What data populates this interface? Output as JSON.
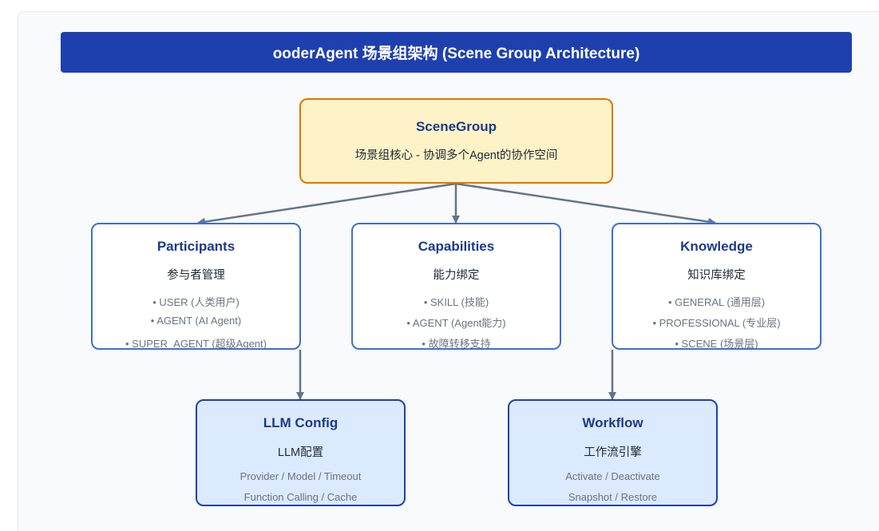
{
  "title": "ooderAgent 场景组架构 (Scene Group Architecture)",
  "root": {
    "title": "SceneGroup",
    "subtitle": "场景组核心 - 协调多个Agent的协作空间"
  },
  "participants": {
    "title": "Participants",
    "subtitle": "参与者管理",
    "items": [
      "• USER (人类用户)",
      "• AGENT (AI Agent)",
      "• SUPER_AGENT (超级Agent)"
    ]
  },
  "capabilities": {
    "title": "Capabilities",
    "subtitle": "能力绑定",
    "items": [
      "• SKILL (技能)",
      "• AGENT (Agent能力)",
      "• 故障转移支持"
    ]
  },
  "knowledge": {
    "title": "Knowledge",
    "subtitle": "知识库绑定",
    "items": [
      "• GENERAL (通用层)",
      "• PROFESSIONAL (专业层)",
      "• SCENE (场景层)"
    ]
  },
  "llm": {
    "title": "LLM Config",
    "subtitle": "LLM配置",
    "items": [
      "Provider / Model / Timeout",
      "Function Calling / Cache"
    ]
  },
  "workflow": {
    "title": "Workflow",
    "subtitle": "工作流引擎",
    "items": [
      "Activate / Deactivate",
      "Snapshot / Restore"
    ]
  },
  "colors": {
    "title_bar": "#1e40af",
    "root_fill": "#fef3c7",
    "root_border": "#d97706",
    "node_border": "#3b6fd8",
    "sub_fill": "#dbeafe",
    "arrow": "#64748b"
  }
}
